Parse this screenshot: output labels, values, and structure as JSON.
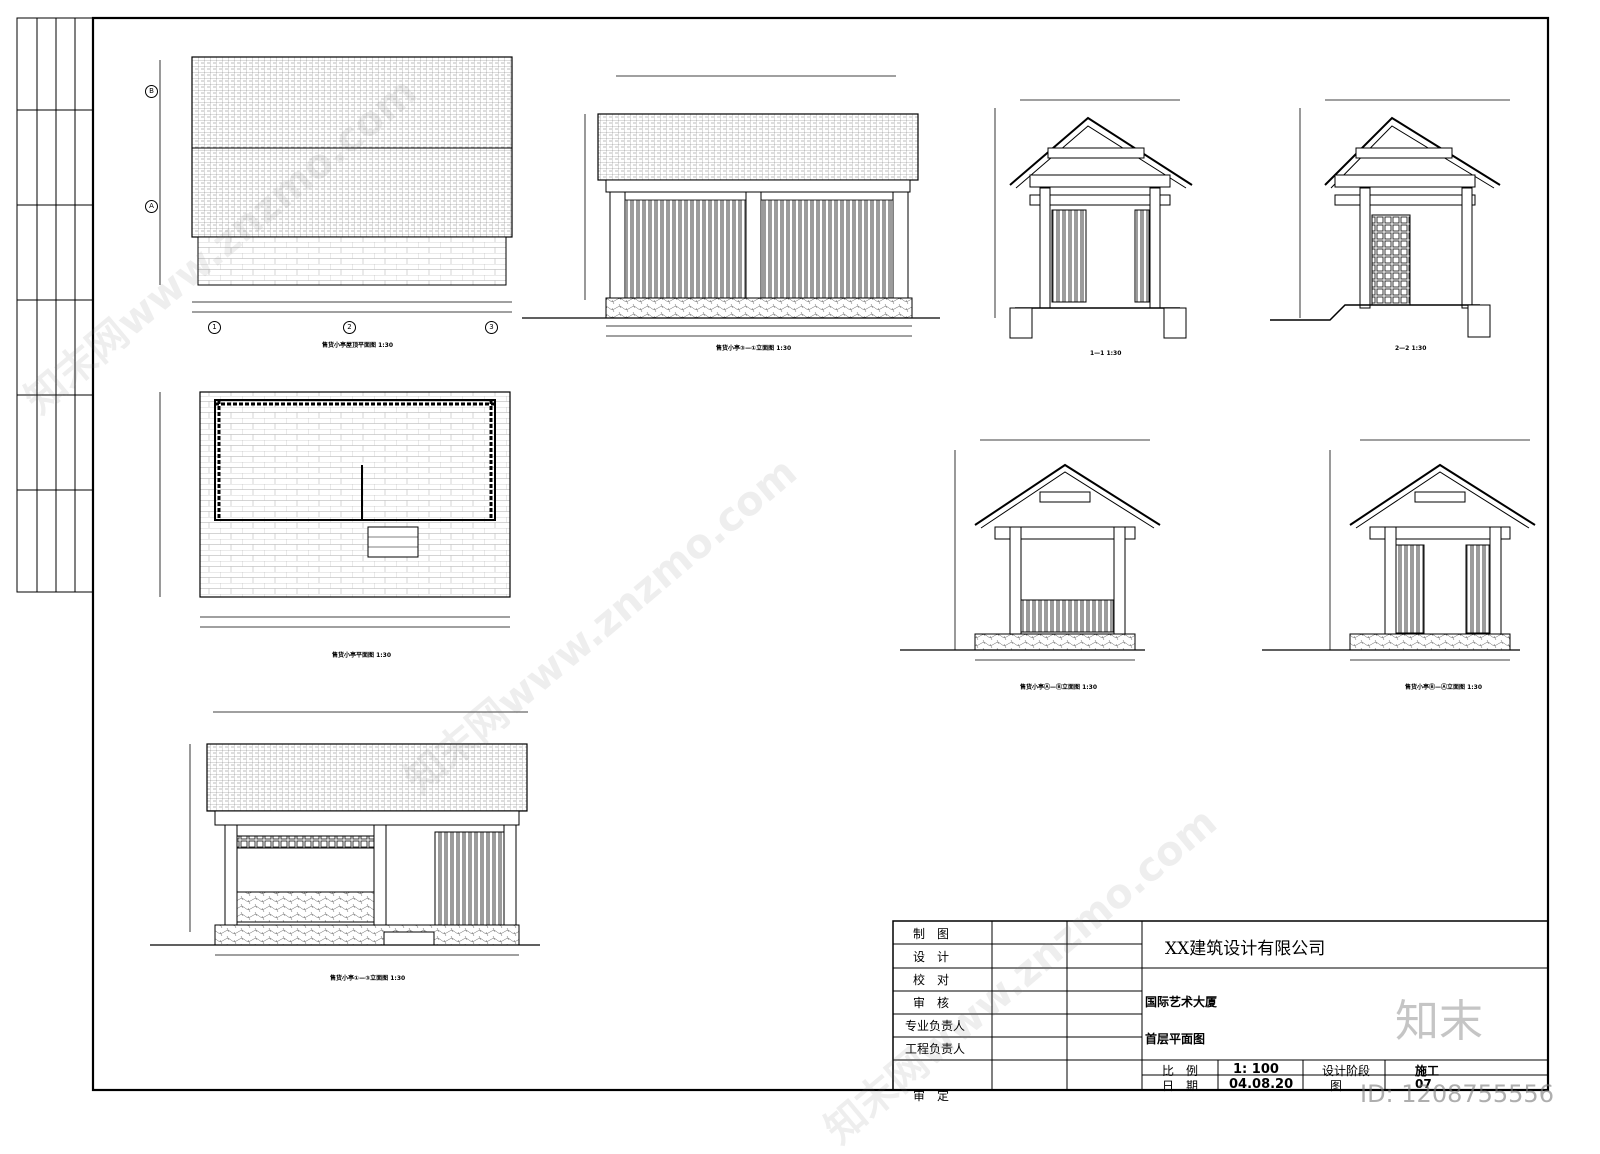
{
  "title_block": {
    "roles": [
      "制　图",
      "设　计",
      "校　对",
      "审　核",
      "专业负责人",
      "工程负责人",
      "审　定"
    ],
    "company": "XX建筑设计有限公司",
    "project": "国际艺术大厦",
    "drawing_title": "首层平面图",
    "scale_label": "比　例",
    "scale_value": "1: 100",
    "stage_label": "设计阶段",
    "stage_value": "施工",
    "date_label": "日　期",
    "date_value": "04.08.20",
    "drawing_no_label": "图",
    "drawing_no_value": "07"
  },
  "view_captions": {
    "roof_plan": "售货小亭屋顶平面图 1:30",
    "south_elev": "售货小亭③—①立面图 1:30",
    "floor_plan": "售货小亭平面图 1:30",
    "north_elev": "售货小亭①—③立面图 1:30",
    "section_1": "1—1 1:30",
    "section_2": "2—2 1:30",
    "east_elev": "售货小亭Ⓐ—Ⓑ立面图 1:30",
    "west_elev": "售货小亭Ⓑ—Ⓐ立面图 1:30"
  },
  "axes": {
    "a1": "1",
    "a2": "2",
    "a3": "3",
    "aA": "A",
    "aB": "B"
  },
  "watermark": {
    "site": "知末网www.znzmo.com",
    "brand": "知末",
    "id": "ID: 1208755556"
  }
}
